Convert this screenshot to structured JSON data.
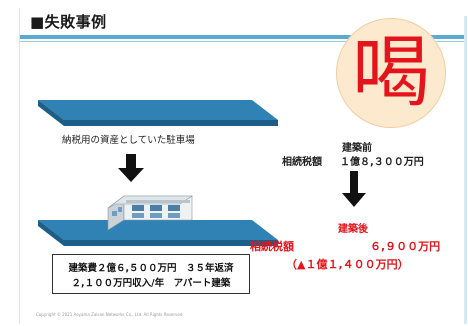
{
  "slide": {
    "title": "■失敗事例",
    "seal_char": "喝",
    "before_scene": {
      "caption": "納税用の資産としていた駐車場"
    },
    "before": {
      "heading": "建築前",
      "tax_label": "相続税額",
      "tax_value": "１億８,３００万円"
    },
    "after": {
      "heading": "建築後",
      "tax_label": "相続税額",
      "tax_value": "６,９００万円",
      "reduction": "（▲１億１,４００万円）"
    },
    "building_info": {
      "line1": "建築費２億６,５００万円　３５年返済",
      "line2": "２,１００万円収入/年　アパート建築"
    },
    "copyright": "Copyright © 2021 Aoyama Zaisan Networks Co., Ltd. All Rights Reserved."
  },
  "colors": {
    "accent_blue": "#5aaad2",
    "platform_top": "#2f82b3",
    "platform_side": "#1c5e88",
    "alert_red": "#e3141b",
    "seal_fill": "#fde9ce"
  }
}
